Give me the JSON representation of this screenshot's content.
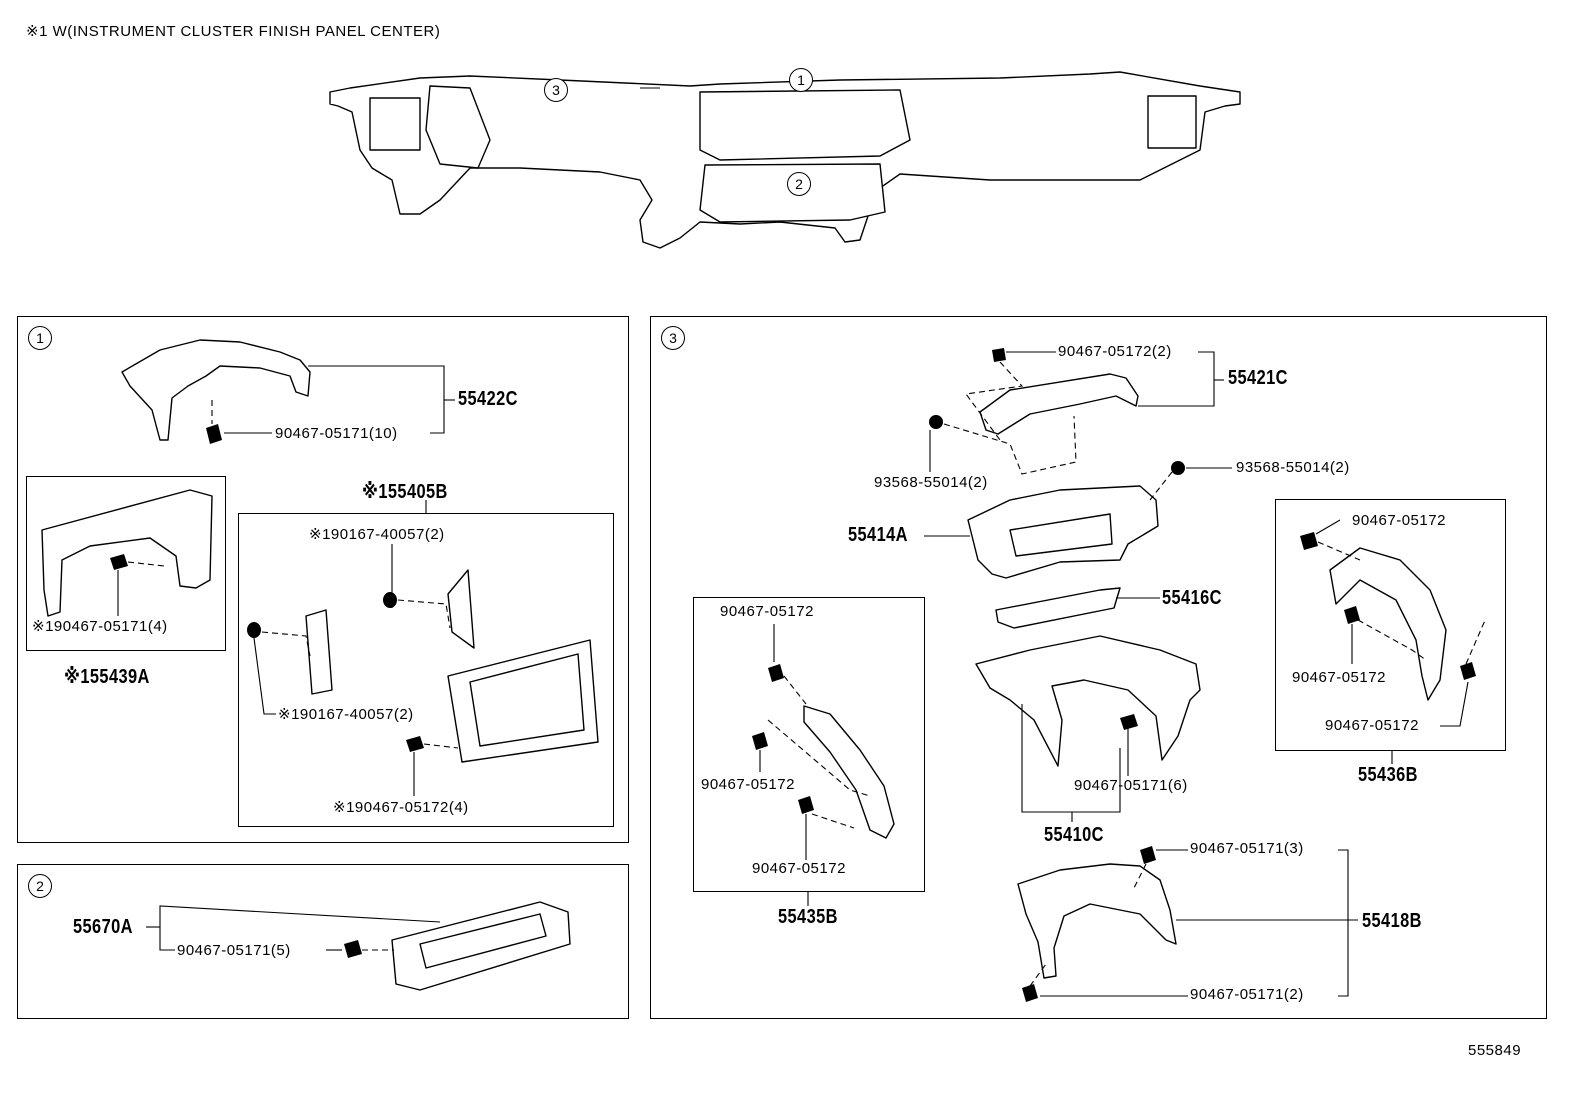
{
  "header_note": "※1 W(INSTRUMENT CLUSTER FINISH PANEL CENTER)",
  "diagram_id": "555849",
  "overview_callouts": [
    "1",
    "2",
    "3"
  ],
  "section1": {
    "callout": "1",
    "parts": {
      "p55422C": "55422C",
      "clip_05171_10": "90467-05171(10)",
      "p55405B": "※155405B",
      "screw_top": "※190167-40057(2)",
      "screw_bottom": "※190167-40057(2)",
      "clip_05172_4": "※190467-05172(4)",
      "clip_05171_4": "※190467-05171(4)",
      "p55439A": "※155439A"
    }
  },
  "section2": {
    "callout": "2",
    "parts": {
      "p55670A": "55670A",
      "clip_05171_5": "90467-05171(5)"
    }
  },
  "section3": {
    "callout": "3",
    "parts": {
      "clip_05172_2": "90467-05172(2)",
      "p55421C": "55421C",
      "screw_left": "93568-55014(2)",
      "screw_right": "93568-55014(2)",
      "p55414A": "55414A",
      "p55416C": "55416C",
      "p55435B": "55435B",
      "b435_clip_top": "90467-05172",
      "b435_clip_mid": "90467-05172",
      "b435_clip_bottom": "90467-05172",
      "p55410C": "55410C",
      "clip_05171_6": "90467-05171(6)",
      "p55436B": "55436B",
      "b436_clip_top": "90467-05172",
      "b436_clip_mid": "90467-05172",
      "b436_clip_bottom": "90467-05172",
      "p55418B": "55418B",
      "clip_05171_3": "90467-05171(3)",
      "clip_05171_2": "90467-05171(2)"
    }
  }
}
